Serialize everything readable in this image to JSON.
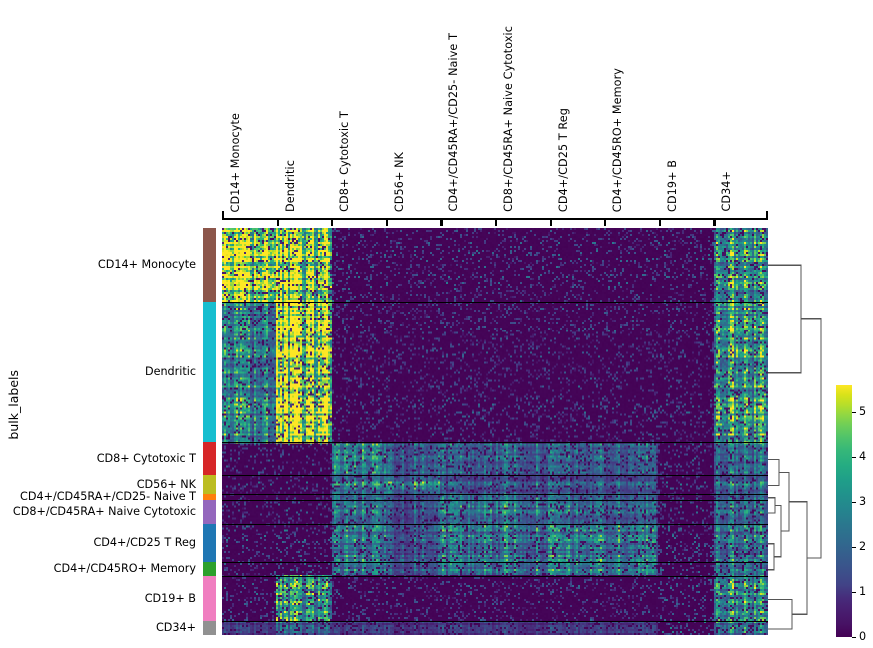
{
  "figure": {
    "type": "clustermap",
    "y_axis_title": "bulk_labels",
    "background": "#ffffff"
  },
  "chart_data": {
    "type": "heatmap",
    "title": "",
    "xlabel": "",
    "ylabel": "bulk_labels",
    "colormap": "viridis",
    "colorbar": {
      "vmin": 0,
      "vmax": 5.6,
      "ticks": [
        0,
        1,
        2,
        3,
        4,
        5
      ],
      "tick_labels": [
        "0",
        "1",
        "2",
        "3",
        "4",
        "5"
      ],
      "position": "right"
    },
    "grid": false,
    "legend": "none",
    "column_groups": [
      {
        "label": "CD14+ Monocyte",
        "center_frac": 0.05,
        "span": [
          0.0,
          0.1
        ]
      },
      {
        "label": "Dendritic",
        "center_frac": 0.15,
        "span": [
          0.1,
          0.2
        ]
      },
      {
        "label": "CD8+ Cytotoxic T",
        "center_frac": 0.25,
        "span": [
          0.2,
          0.3
        ]
      },
      {
        "label": "CD56+ NK",
        "center_frac": 0.35,
        "span": [
          0.3,
          0.4
        ]
      },
      {
        "label": "CD4+/CD45RA+/CD25- Naive T",
        "center_frac": 0.45,
        "span": [
          0.4,
          0.5
        ]
      },
      {
        "label": "CD8+/CD45RA+ Naive Cytotoxic",
        "center_frac": 0.55,
        "span": [
          0.5,
          0.6
        ]
      },
      {
        "label": "CD4+/CD25 T Reg",
        "center_frac": 0.65,
        "span": [
          0.6,
          0.7
        ]
      },
      {
        "label": "CD4+/CD45RO+ Memory",
        "center_frac": 0.75,
        "span": [
          0.7,
          0.8
        ]
      },
      {
        "label": "CD19+ B",
        "center_frac": 0.85,
        "span": [
          0.8,
          0.9
        ]
      },
      {
        "label": "CD34+",
        "center_frac": 0.95,
        "span": [
          0.9,
          1.0
        ]
      }
    ],
    "row_groups": [
      {
        "label": "CD14+ Monocyte",
        "color": "#8c564b",
        "start_frac": 0.0,
        "end_frac": 0.182
      },
      {
        "label": "Dendritic",
        "color": "#17becf",
        "start_frac": 0.182,
        "end_frac": 0.527
      },
      {
        "label": "CD8+ Cytotoxic T",
        "color": "#d62728",
        "start_frac": 0.527,
        "end_frac": 0.608
      },
      {
        "label": "CD56+ NK",
        "color": "#bcbd22",
        "start_frac": 0.608,
        "end_frac": 0.654
      },
      {
        "label": "CD4+/CD45RA+/CD25- Naive T",
        "color": "#ff7f0e",
        "start_frac": 0.654,
        "end_frac": 0.669
      },
      {
        "label": "CD8+/CD45RA+ Naive Cytotoxic",
        "color": "#9467bd",
        "start_frac": 0.669,
        "end_frac": 0.728
      },
      {
        "label": "CD4+/CD25 T Reg",
        "color": "#1f77b4",
        "start_frac": 0.728,
        "end_frac": 0.82
      },
      {
        "label": "CD4+/CD45RO+ Memory",
        "color": "#2ca02c",
        "start_frac": 0.82,
        "end_frac": 0.855
      },
      {
        "label": "CD19+ B",
        "color": "#f07ec0",
        "start_frac": 0.855,
        "end_frac": 0.966
      },
      {
        "label": "CD34+",
        "color": "#919191",
        "start_frac": 0.966,
        "end_frac": 1.0
      }
    ],
    "row_separator_fracs": [
      0.182,
      0.527,
      0.608,
      0.654,
      0.669,
      0.728,
      0.82,
      0.855,
      0.966
    ],
    "dendrogram": {
      "orientation": "right",
      "line_color": "#555555",
      "leaf_order": [
        "CD14+ Monocyte",
        "Dendritic",
        "CD8+ Cytotoxic T",
        "CD56+ NK",
        "CD4+/CD45RA+/CD25- Naive T",
        "CD8+/CD45RA+ Naive Cytotoxic",
        "CD4+/CD25 T Reg",
        "CD4+/CD45RO+ Memory",
        "CD19+ B",
        "CD34+"
      ]
    }
  }
}
